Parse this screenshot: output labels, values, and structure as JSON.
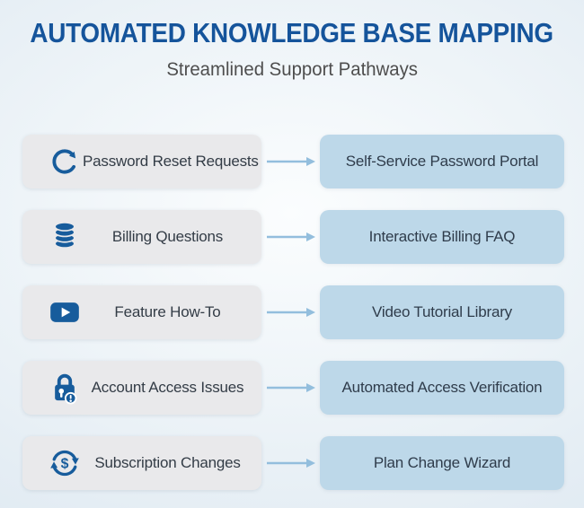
{
  "header": {
    "title": "AUTOMATED KNOWLEDGE BASE MAPPING",
    "subtitle": "Streamlined Support Pathways"
  },
  "colors": {
    "title_blue": "#15549b",
    "icon_blue": "#175c9c",
    "source_box_bg": "#e9e9eb",
    "target_box_bg": "#bdd8e9",
    "arrow_blue": "#93bedd",
    "label_text": "#333c46",
    "subtitle_gray": "#4e4e4e"
  },
  "rows": [
    {
      "icon": "reset-icon",
      "source": "Password Reset Requests",
      "target": "Self-Service Password Portal"
    },
    {
      "icon": "database-icon",
      "source": "Billing Questions",
      "target": "Interactive Billing FAQ"
    },
    {
      "icon": "play-icon",
      "source": "Feature How-To",
      "target": "Video Tutorial Library"
    },
    {
      "icon": "lock-alert-icon",
      "source": "Account Access Issues",
      "target": "Automated Access Verification"
    },
    {
      "icon": "sync-dollar-icon",
      "source": "Subscription Changes",
      "target": "Plan Change Wizard"
    }
  ]
}
